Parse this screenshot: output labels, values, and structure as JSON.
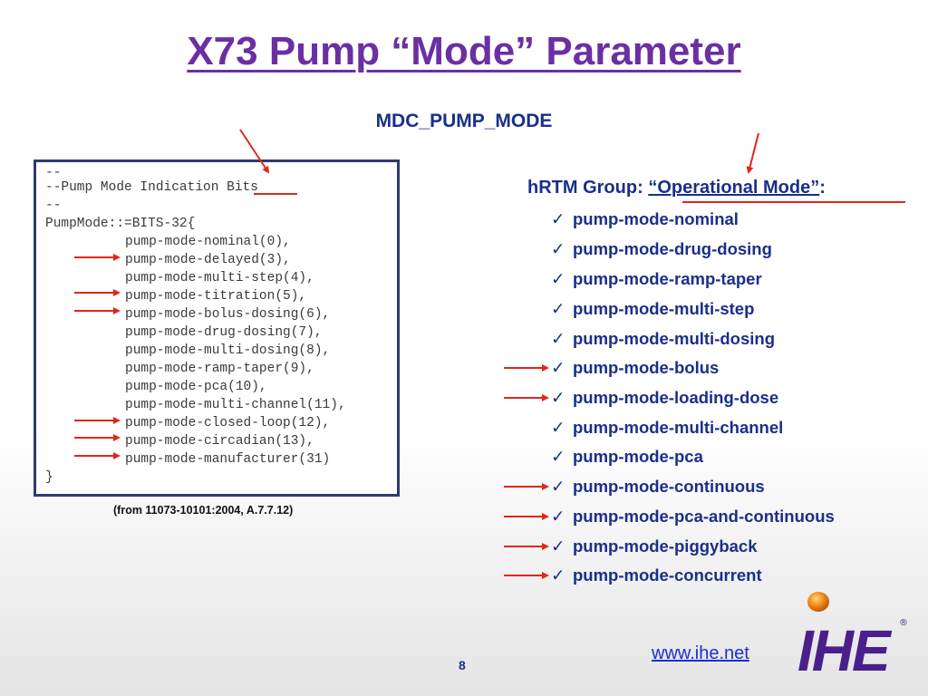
{
  "slide": {
    "title": "X73 Pump “Mode” Parameter",
    "subtitle": "MDC_PUMP_MODE",
    "caption": "(from 11073-10101:2004, A.7.7.12)",
    "link": "www.ihe.net",
    "page_number": "8"
  },
  "code": {
    "lines": [
      "--",
      "--Pump Mode Indication Bits",
      "--",
      "PumpMode::=BITS-32{",
      "pump-mode-nominal(0),",
      "pump-mode-delayed(3),",
      "pump-mode-multi-step(4),",
      "pump-mode-titration(5),",
      "pump-mode-bolus-dosing(6),",
      "pump-mode-drug-dosing(7),",
      "pump-mode-multi-dosing(8),",
      "pump-mode-ramp-taper(9),",
      "pump-mode-pca(10),",
      "pump-mode-multi-channel(11),",
      "pump-mode-closed-loop(12),",
      "pump-mode-circadian(13),",
      "pump-mode-manufacturer(31)",
      "}"
    ]
  },
  "hrtm": {
    "heading_prefix": "hRTM Group: ",
    "heading_quoted": "“Operational Mode”",
    "heading_suffix": ":",
    "check_glyph": "✓",
    "items": [
      "pump-mode-nominal",
      "pump-mode-drug-dosing",
      "pump-mode-ramp-taper",
      "pump-mode-multi-step",
      "pump-mode-multi-dosing",
      "pump-mode-bolus",
      "pump-mode-loading-dose",
      "pump-mode-multi-channel",
      "pump-mode-pca",
      "pump-mode-continuous",
      "pump-mode-pca-and-continuous",
      "pump-mode-piggyback",
      "pump-mode-concurrent"
    ]
  },
  "logo": {
    "text": "IHE",
    "registered_mark": "®"
  },
  "colors": {
    "title": "#6b2fa3",
    "body_text": "#1a2f8a",
    "arrow": "#e0271b",
    "link": "#1b2fd1",
    "logo_purple": "#4a1f8c",
    "logo_orange": "#f08a1d"
  }
}
